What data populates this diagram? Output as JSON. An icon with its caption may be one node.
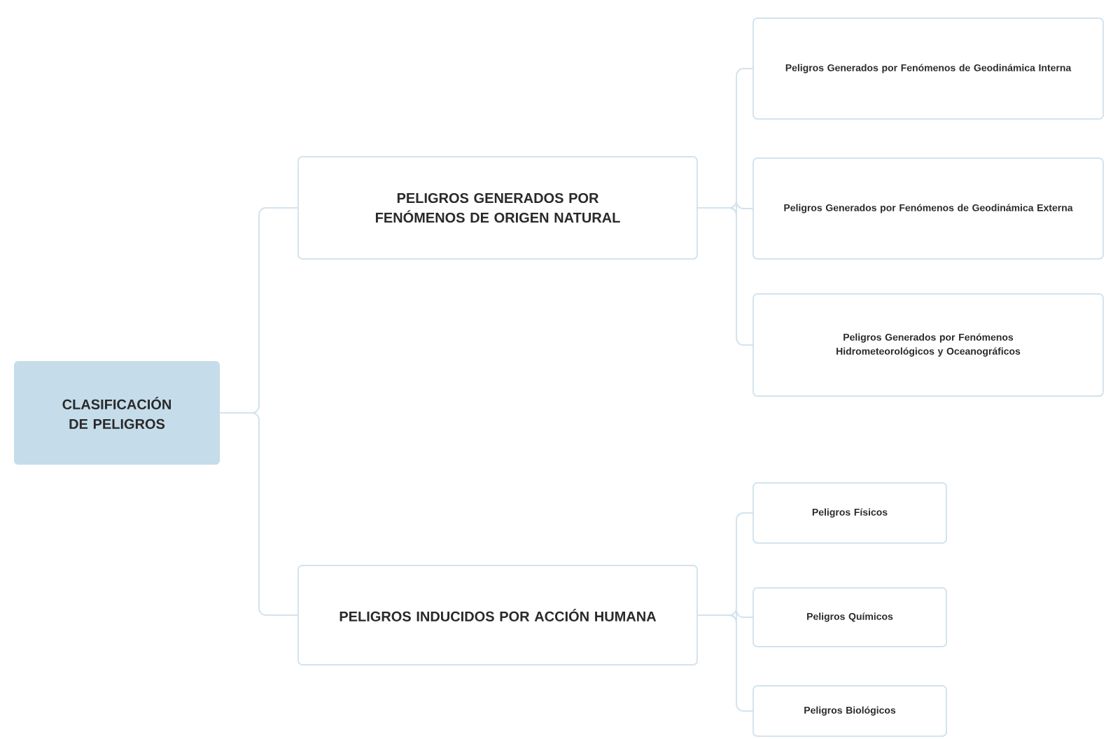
{
  "diagram": {
    "nodes": [
      {
        "text": [
          "CLASIFICACIÓN DE PELIGROS"
        ]
      },
      {
        "text": [
          "PELIGROS GENERADOS POR FENÓMENOS DE ORIGEN NATURAL"
        ]
      },
      {
        "text": [
          "PELIGROS INDUCIDOS POR ACCIÓN HUMANA"
        ]
      },
      {
        "text": [
          "Peligros Generados por Fenómenos de Geodinámica Interna"
        ]
      },
      {
        "text": [
          "Peligros Generados por Fenómenos de Geodinámica Externa"
        ]
      },
      {
        "text": [
          "Peligros Generados por Fenómenos Hidrometeorológicos y Oceanográficos"
        ]
      },
      {
        "text": [
          "Peligros Físicos"
        ]
      },
      {
        "text": [
          "Peligros Químicos"
        ]
      },
      {
        "text": [
          "Peligros Biológicos"
        ]
      }
    ],
    "edges": [
      {
        "from": 0,
        "to": 1,
        "arrow": "none"
      },
      {
        "from": 0,
        "to": 2,
        "arrow": "none"
      },
      {
        "from": 1,
        "to": 3,
        "arrow": "none"
      },
      {
        "from": 1,
        "to": 4,
        "arrow": "none"
      },
      {
        "from": 1,
        "to": 5,
        "arrow": "none"
      },
      {
        "from": 2,
        "to": 6,
        "arrow": "none"
      },
      {
        "from": 2,
        "to": 7,
        "arrow": "none"
      },
      {
        "from": 2,
        "to": 8,
        "arrow": "none"
      }
    ]
  }
}
